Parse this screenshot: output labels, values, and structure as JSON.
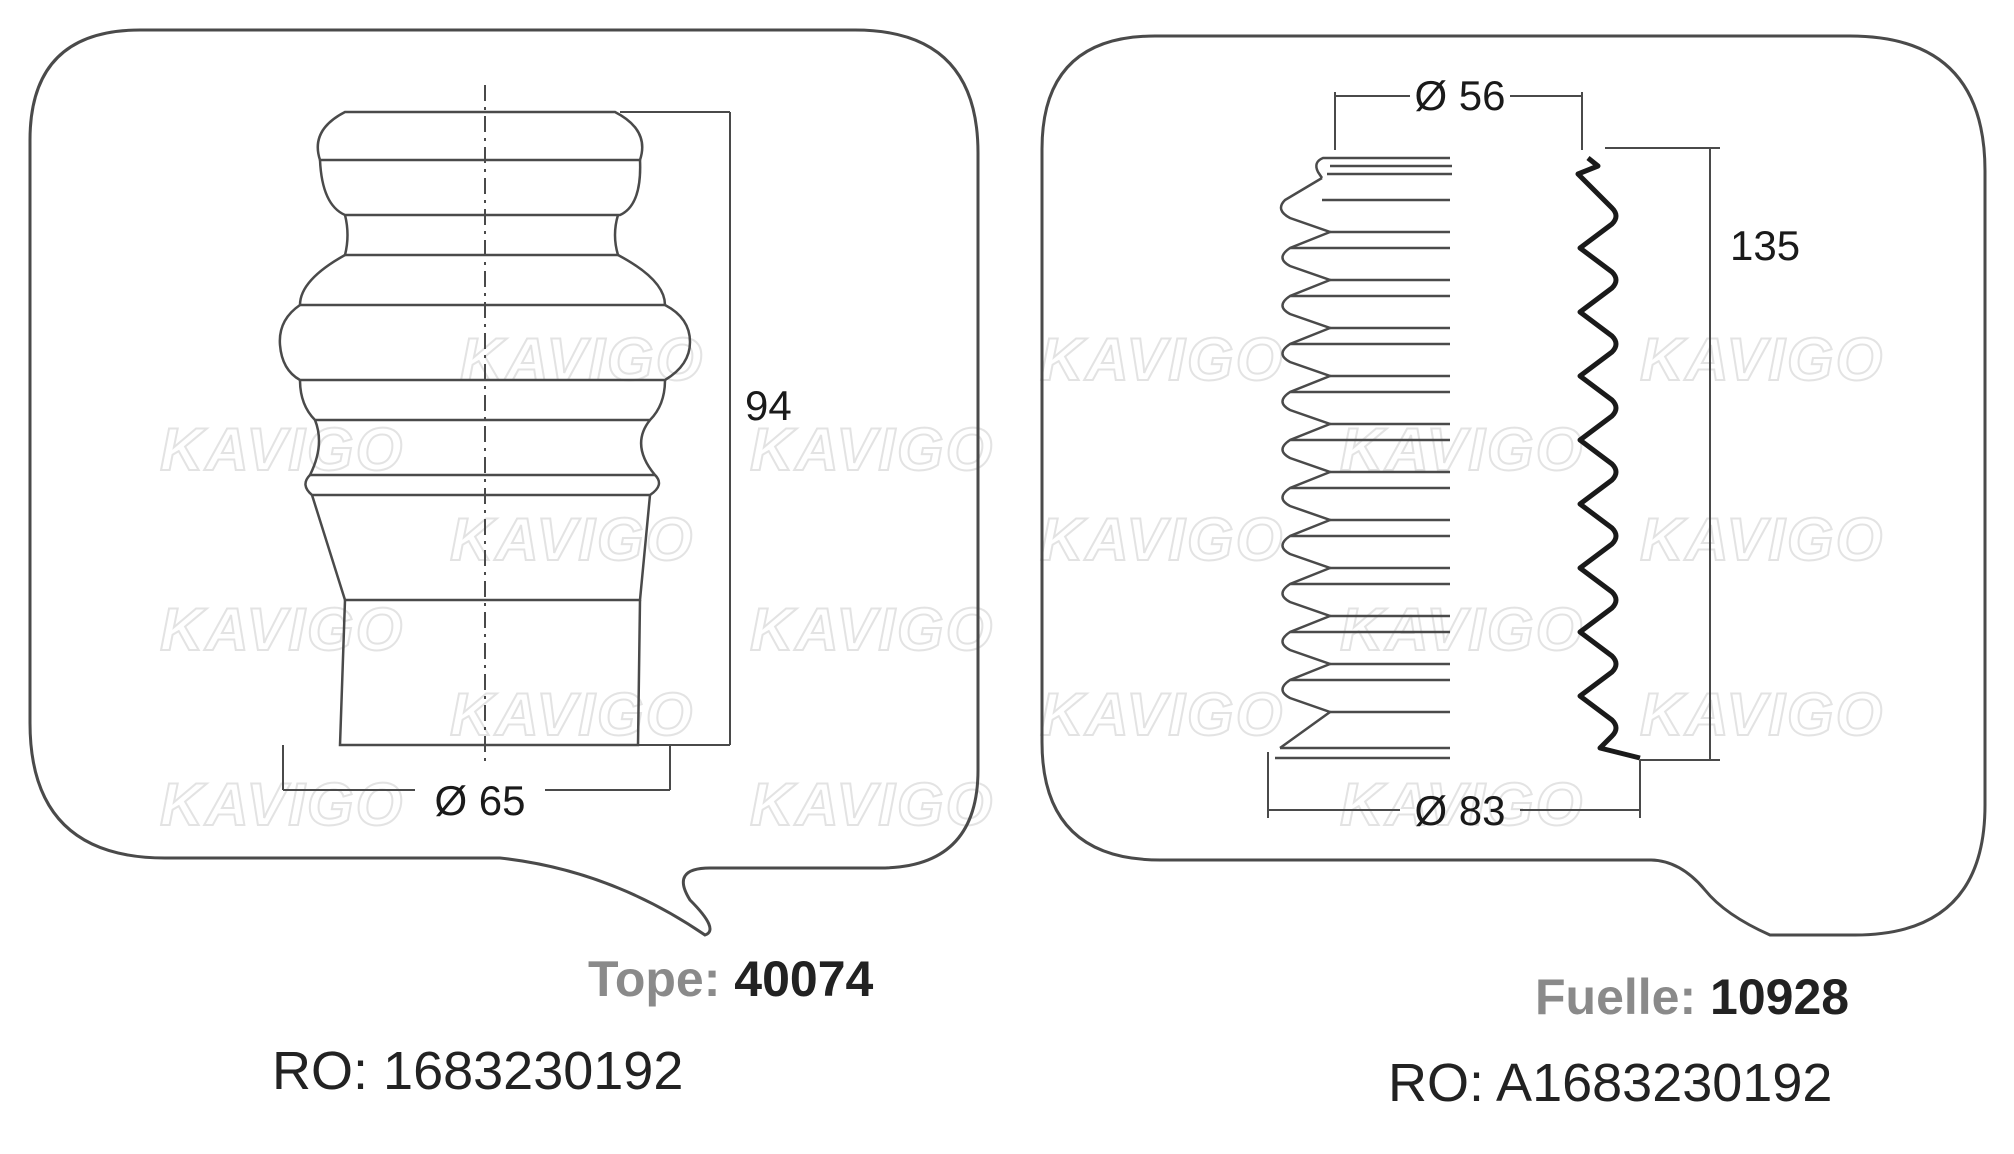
{
  "watermark": "KAVIGO",
  "left_part": {
    "type_label": "Tope:",
    "number": "40074",
    "ro_label": "RO:",
    "ro_value": "1683230192",
    "dimensions": {
      "height": "94",
      "diameter": "Ø 65"
    }
  },
  "right_part": {
    "type_label": "Fuelle:",
    "number": "10928",
    "ro_label": "RO:",
    "ro_value": "A1683230192",
    "dimensions": {
      "height": "135",
      "top_diameter": "Ø 56",
      "bottom_diameter": "Ø 83"
    }
  },
  "colors": {
    "line": "#4a4a4a",
    "label_gray": "#8a8a8a",
    "text": "#222222",
    "watermark": "#e3e3e3"
  }
}
